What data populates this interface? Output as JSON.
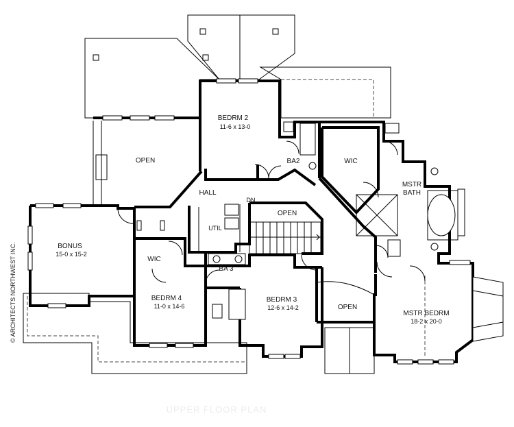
{
  "rooms": {
    "bedroom2": {
      "name": "BEDRM 2",
      "size": "11-6 x 13-0"
    },
    "open_left": "OPEN",
    "bath2": "BA2",
    "wic_top": "WIC",
    "master_bath": {
      "line1": "MSTR",
      "line2": "BATH"
    },
    "hall": "HALL",
    "stair_dn": "DN",
    "open_stair": "OPEN",
    "util": "UTIL",
    "bonus": {
      "name": "BONUS",
      "size": "15-0 x 15-2"
    },
    "wic_left": "WIC",
    "bath3": "BA 3",
    "bedroom4": {
      "name": "BEDRM 4",
      "size": "11-0 x 14-6"
    },
    "bedroom3": {
      "name": "BEDRM 3",
      "size": "12-6 x 14-2"
    },
    "open_bottom": "OPEN",
    "master_bedroom": {
      "name": "MSTR BEDRM",
      "size": "18-2 x 20-0"
    }
  },
  "caption": "UPPER FLOOR PLAN",
  "credit": "© ARCHITECTS NORTHWEST INC."
}
